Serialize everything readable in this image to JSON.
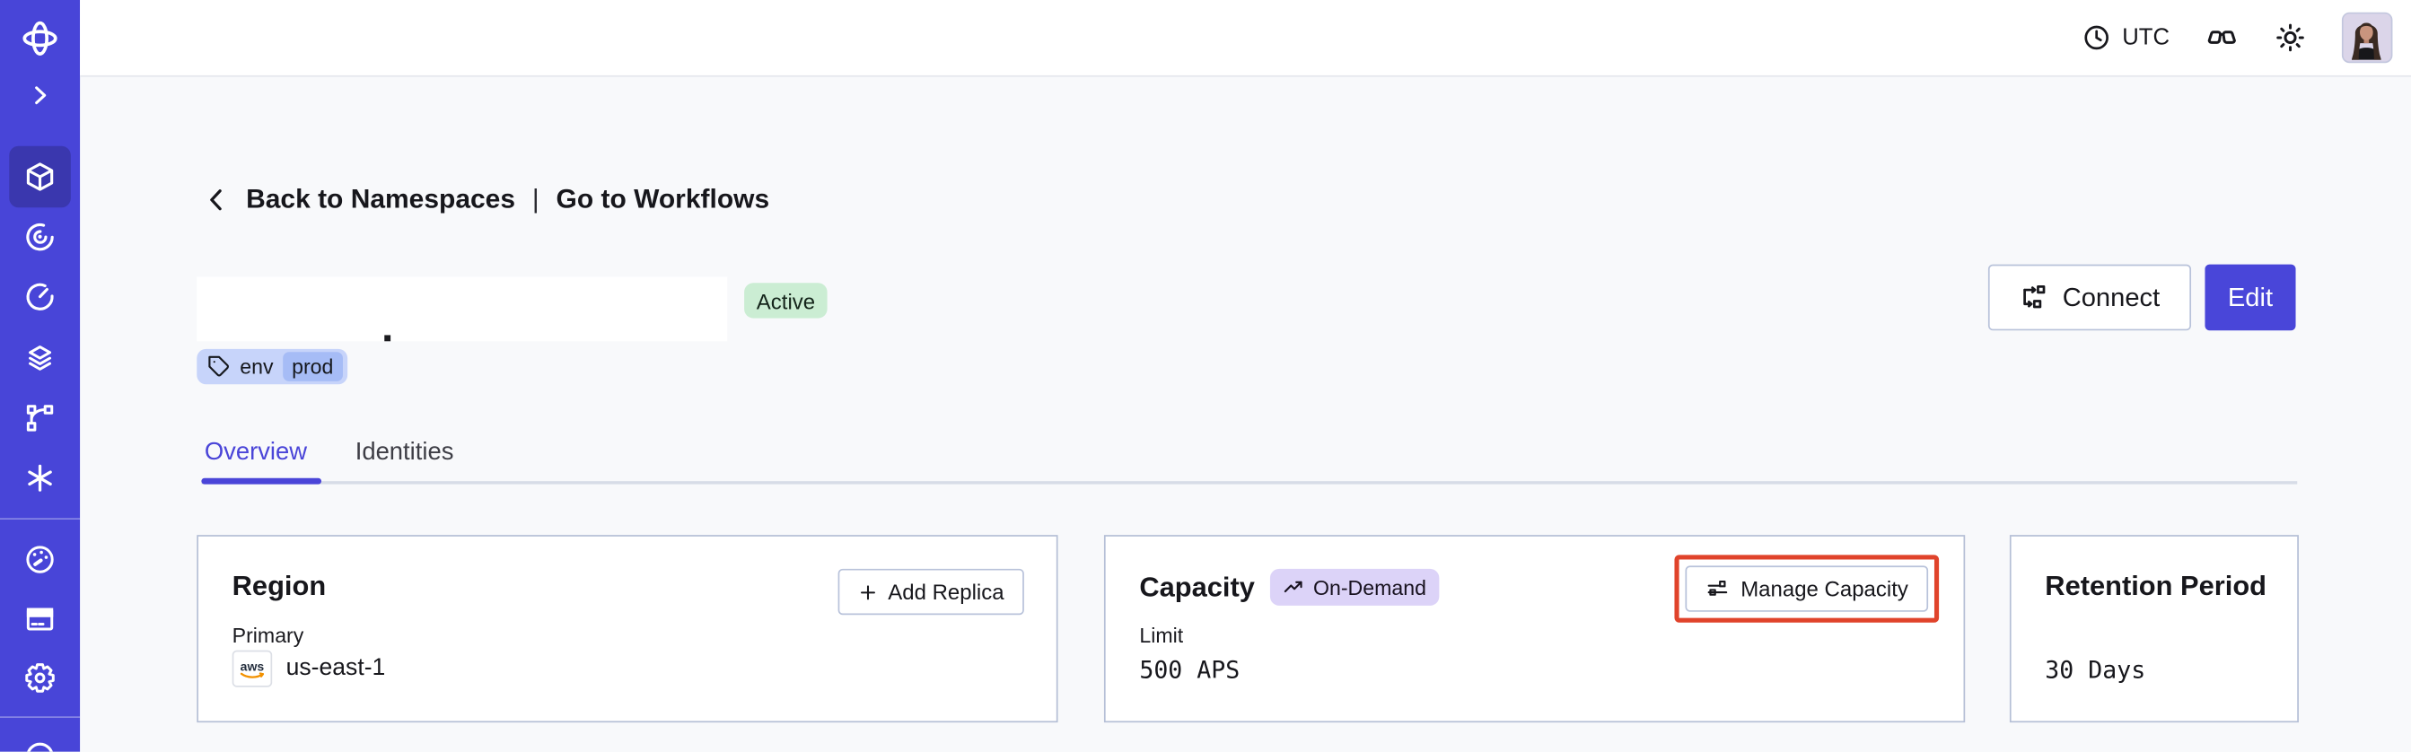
{
  "topbar": {
    "timezone": "UTC",
    "icons": [
      "clock-icon",
      "glasses-icon",
      "theme-sun-icon",
      "user-avatar"
    ]
  },
  "sidebar": {
    "items": [
      "temporal-logo",
      "expand-chevron",
      "namespaces",
      "workflows",
      "schedules",
      "deployments",
      "nexus",
      "batch-operations",
      "usage",
      "billing",
      "settings",
      "support"
    ],
    "active_item": "namespaces"
  },
  "breadcrumb": {
    "back": "Back to Namespaces",
    "separator": "|",
    "forward": "Go to Workflows"
  },
  "namespace_header": {
    "status": "Active",
    "tag": {
      "key": "env",
      "value": "prod"
    },
    "actions": {
      "connect": "Connect",
      "edit": "Edit"
    }
  },
  "tabs": [
    {
      "label": "Overview",
      "active": true
    },
    {
      "label": "Identities",
      "active": false
    }
  ],
  "cards": {
    "region": {
      "title": "Region",
      "add_replica_button": "Add Replica",
      "primary_label": "Primary",
      "provider": "aws",
      "region": "us-east-1"
    },
    "capacity": {
      "title": "Capacity",
      "badge": "On-Demand",
      "manage_button": "Manage Capacity",
      "limit_label": "Limit",
      "limit_value": "500 APS",
      "highlighted": true
    },
    "retention": {
      "title": "Retention Period",
      "value": "30 Days"
    }
  },
  "colors": {
    "sidebar": "#4845D8",
    "sidebar_active": "#3A37AE",
    "accent": "#4A45D8",
    "edit_button": "#4946D9",
    "status_active_bg": "#CBEDD3",
    "tag_bg": "#C7D4FA",
    "tag_value_bg": "#A6BCF6",
    "ondemand_bg": "#DCD3F8",
    "annotation_highlight": "#E0432B",
    "card_border": "#B5BFD6",
    "page_bg": "#F8F9FB"
  }
}
